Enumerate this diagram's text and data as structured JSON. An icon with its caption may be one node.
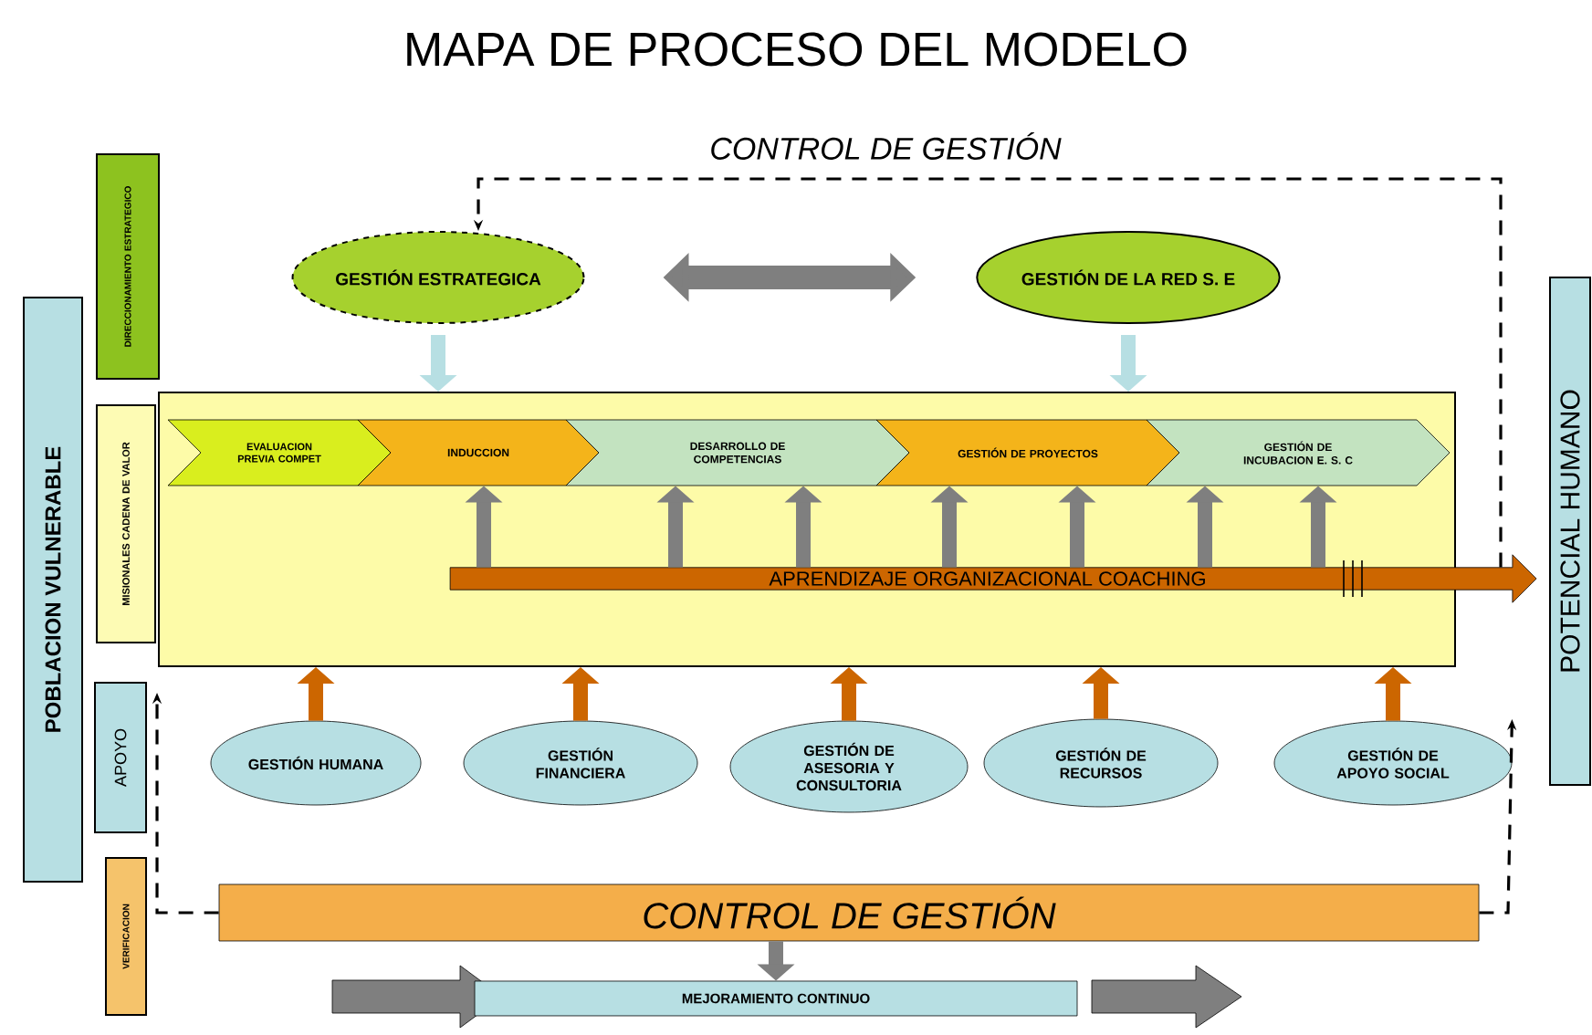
{
  "diagram": {
    "title": "MAPA DE PROCESO DEL MODELO",
    "nodes": [
      {
        "text": [
          "POBLACION VULNERABLE"
        ]
      },
      {
        "text": [
          "DIRECCIONAMIENTO ESTRATEGICO"
        ]
      },
      {
        "text": [
          "MISIONALES CADENA DE VALOR"
        ]
      },
      {
        "text": [
          "APOYO"
        ]
      },
      {
        "text": [
          "VERIFICACION"
        ]
      },
      {
        "text": [
          "POTENCIAL HUMANO"
        ]
      },
      {
        "text": [
          "GESTIÓN ESTRATEGICA"
        ]
      },
      {
        "text": [
          "GESTIÓN DE LA RED S. E"
        ]
      },
      {
        "text": [],
        "shape": "box"
      },
      {
        "text": [
          "EVALUACION PREVIA COMPET"
        ],
        "in": 8
      },
      {
        "text": [
          "INDUCCION"
        ],
        "in": 8
      },
      {
        "text": [
          "DESARROLLO DE COMPETENCIAS"
        ],
        "in": 8
      },
      {
        "text": [
          "GESTIÓN DE PROYECTOS"
        ],
        "in": 8
      },
      {
        "text": [
          "GESTIÓN DE INCUBACION E. S. C"
        ],
        "in": 8
      },
      {
        "text": [
          "APRENDIZAJE ORGANIZACIONAL COACHING"
        ]
      },
      {
        "text": [
          "GESTIÓN HUMANA"
        ]
      },
      {
        "text": [
          "GESTIÓN FINANCIERA"
        ]
      },
      {
        "text": [
          "GESTIÓN DE ASESORIA Y CONSULTORIA"
        ]
      },
      {
        "text": [
          "GESTIÓN DE RECURSOS"
        ]
      },
      {
        "text": [
          "GESTIÓN DE APOYO SOCIAL"
        ]
      },
      {
        "text": [
          "CONTROL DE GESTIÓN"
        ]
      },
      {
        "text": [
          "MEJORAMIENTO CONTINUO"
        ]
      }
    ],
    "edges": [
      {
        "from": 14,
        "to": 6,
        "arrow": "to",
        "style": "dashed",
        "color": "#000000",
        "label": "CONTROL DE GESTIÓN"
      },
      {
        "from": 6,
        "to": 7,
        "arrow": "both"
      },
      {
        "from": 6,
        "to": 8,
        "arrow": "to",
        "color": "#b7dfe3"
      },
      {
        "from": 7,
        "to": 8,
        "arrow": "to",
        "color": "#b7dfe3"
      },
      {
        "from": 15,
        "to": 8,
        "arrow": "to",
        "color": "#cc6600"
      },
      {
        "from": 16,
        "to": 8,
        "arrow": "to",
        "color": "#cc6600"
      },
      {
        "from": 17,
        "to": 8,
        "arrow": "to",
        "color": "#cc6600"
      },
      {
        "from": 18,
        "to": 8,
        "arrow": "to",
        "color": "#cc6600"
      },
      {
        "from": 19,
        "to": 8,
        "arrow": "to",
        "color": "#cc6600"
      },
      {
        "from": 14,
        "to": 10,
        "arrow": "to"
      },
      {
        "from": 14,
        "to": 11,
        "arrow": "to"
      },
      {
        "from": 14,
        "to": 11,
        "arrow": "to"
      },
      {
        "from": 14,
        "to": 12,
        "arrow": "to"
      },
      {
        "from": 14,
        "to": 12,
        "arrow": "to"
      },
      {
        "from": 14,
        "to": 13,
        "arrow": "to"
      },
      {
        "from": 14,
        "to": 13,
        "arrow": "to"
      },
      {
        "from": 20,
        "to": 21,
        "arrow": "to"
      },
      {
        "from": 20,
        "to": 3,
        "arrow": "to",
        "style": "dashed",
        "color": "#000000"
      },
      {
        "from": 20,
        "to": 19,
        "arrow": "to",
        "style": "dashed",
        "color": "#000000"
      }
    ]
  }
}
